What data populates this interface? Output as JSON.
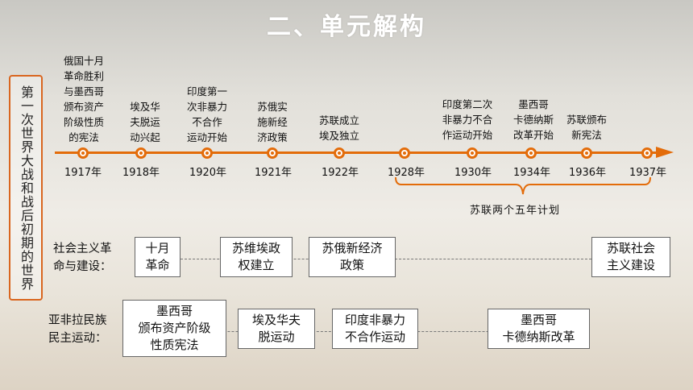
{
  "title": "二、单元解构",
  "side_label": "第一次世界大战和战后初期的世界",
  "timeline": [
    {
      "year": "1917年",
      "event": "俄国十月\n革命胜利\n与墨西哥\n颁布资产\n阶级性质\n的宪法"
    },
    {
      "year": "1918年",
      "event": "埃及华\n夫脱运\n动兴起"
    },
    {
      "year": "1920年",
      "event": "印度第一\n次非暴力\n不合作\n运动开始"
    },
    {
      "year": "1921年",
      "event": "苏俄实\n施新经\n济政策"
    },
    {
      "year": "1922年",
      "event": "苏联成立\n埃及独立"
    },
    {
      "year": "1928年",
      "event": ""
    },
    {
      "year": "1930年",
      "event": "印度第二次\n非暴力不合\n作运动开始"
    },
    {
      "year": "1934年",
      "event": "墨西哥\n卡德纳斯\n改革开始"
    },
    {
      "year": "1936年",
      "event": "苏联颁布\n新宪法"
    },
    {
      "year": "1937年",
      "event": ""
    }
  ],
  "brace_label": "苏联两个五年计划",
  "socialism": {
    "label": "社会主义革\n命与建设：",
    "boxes": [
      "十月\n革命",
      "苏维埃政\n权建立",
      "苏俄新经济\n政策",
      "苏联社会\n主义建设"
    ]
  },
  "nationalism": {
    "label": "亚非拉民族\n民主运动：",
    "boxes": [
      "墨西哥\n颁布资产阶级\n性质宪法",
      "埃及华夫\n脱运动",
      "印度非暴力\n不合作运动",
      "墨西哥\n卡德纳斯改革"
    ]
  },
  "colors": {
    "accent": "#e36c0a",
    "title": "#ffffff"
  }
}
